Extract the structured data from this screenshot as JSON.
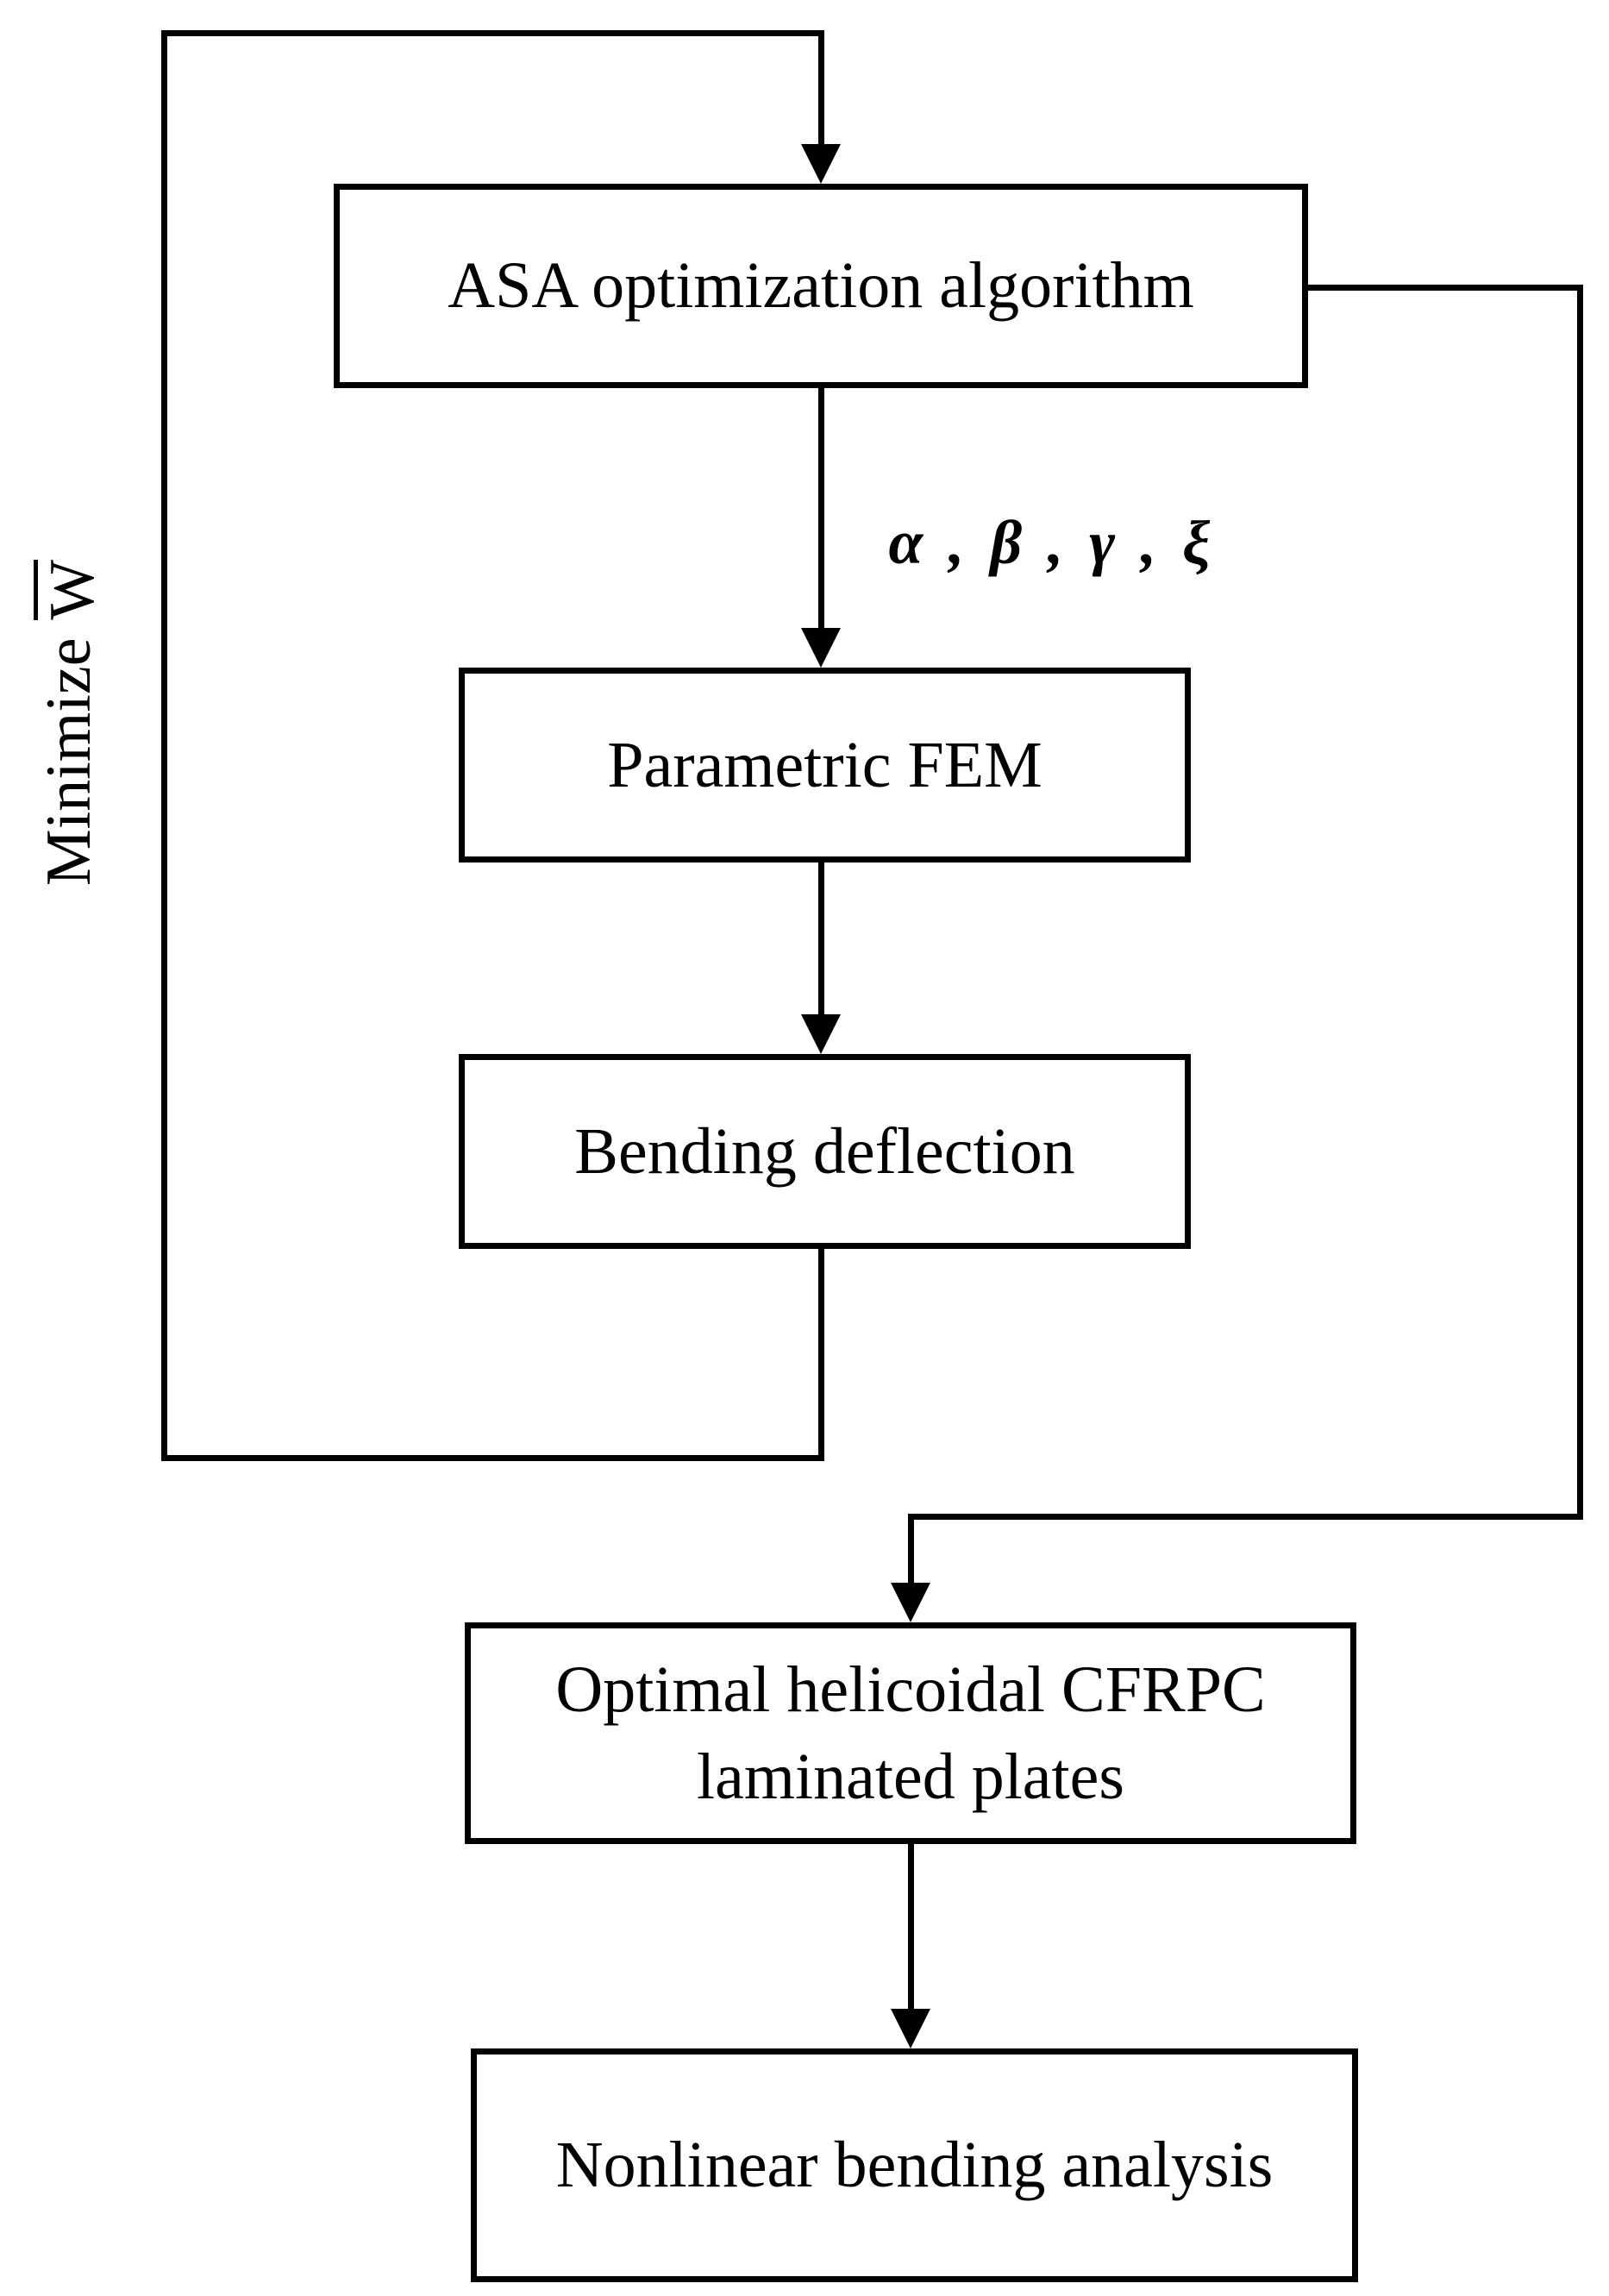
{
  "diagram": {
    "background_color": "#ffffff",
    "stroke_color": "#000000",
    "nodes": {
      "asa": {
        "label": "ASA optimization algorithm"
      },
      "fem": {
        "label": "Parametric FEM"
      },
      "bending": {
        "label": "Bending deflection"
      },
      "optimal": {
        "label_lines": [
          "Optimal helicoidal CFRPC",
          "laminated plates"
        ]
      },
      "nonlinear": {
        "label": "Nonlinear bending analysis"
      }
    },
    "edge_labels": {
      "parameters": "α , β , γ , ξ",
      "minimize_prefix": "Minimize",
      "minimize_symbol": "W"
    }
  }
}
